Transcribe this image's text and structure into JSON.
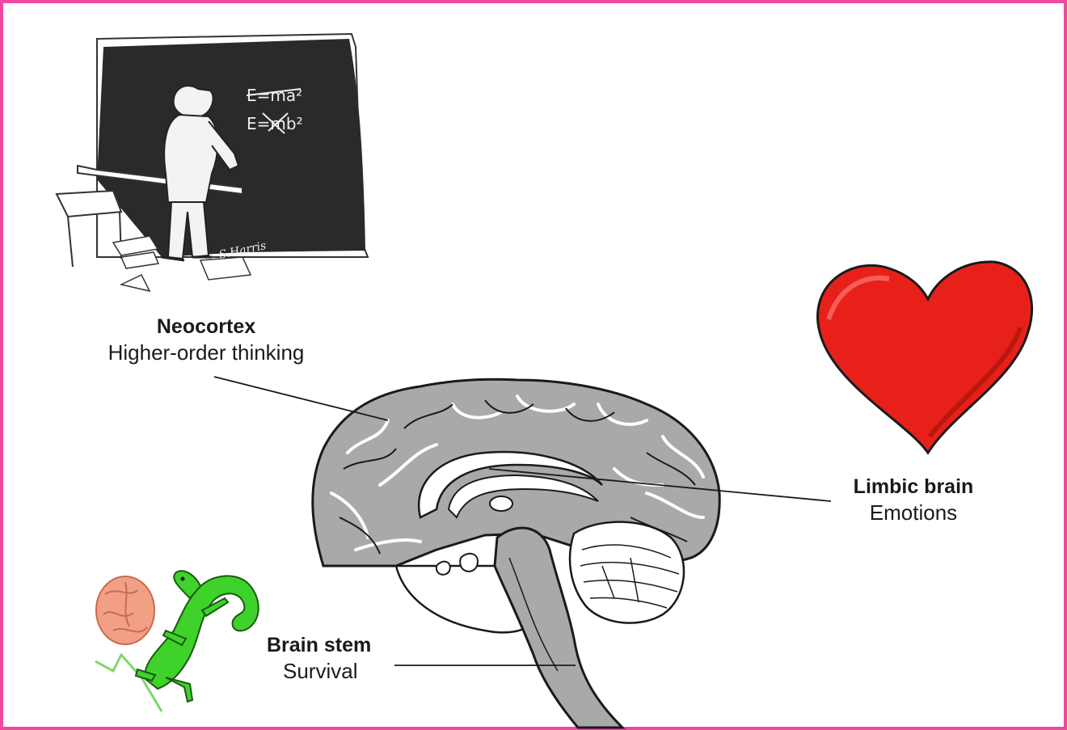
{
  "colors": {
    "frame": "#ee4aa0",
    "brain_gray": "#a9a9a9",
    "heart_red": "#e8201a",
    "lizard_green": "#3fd22b",
    "small_brain_pink": "#f2a085",
    "chalkboard": "#2a2a2a"
  },
  "chalkboard": {
    "equation_1": "E=ma²",
    "equation_2": "E=mb²",
    "signature": "S.Harris"
  },
  "labels": {
    "neocortex": {
      "title": "Neocortex",
      "subtitle": "Higher-order thinking"
    },
    "limbic": {
      "title": "Limbic brain",
      "subtitle": "Emotions"
    },
    "stem": {
      "title": "Brain stem",
      "subtitle": "Survival"
    }
  },
  "icons": [
    "chalkboard-cartoon",
    "heart-icon",
    "lizard-icon",
    "small-brain-icon",
    "brain-cross-section"
  ]
}
